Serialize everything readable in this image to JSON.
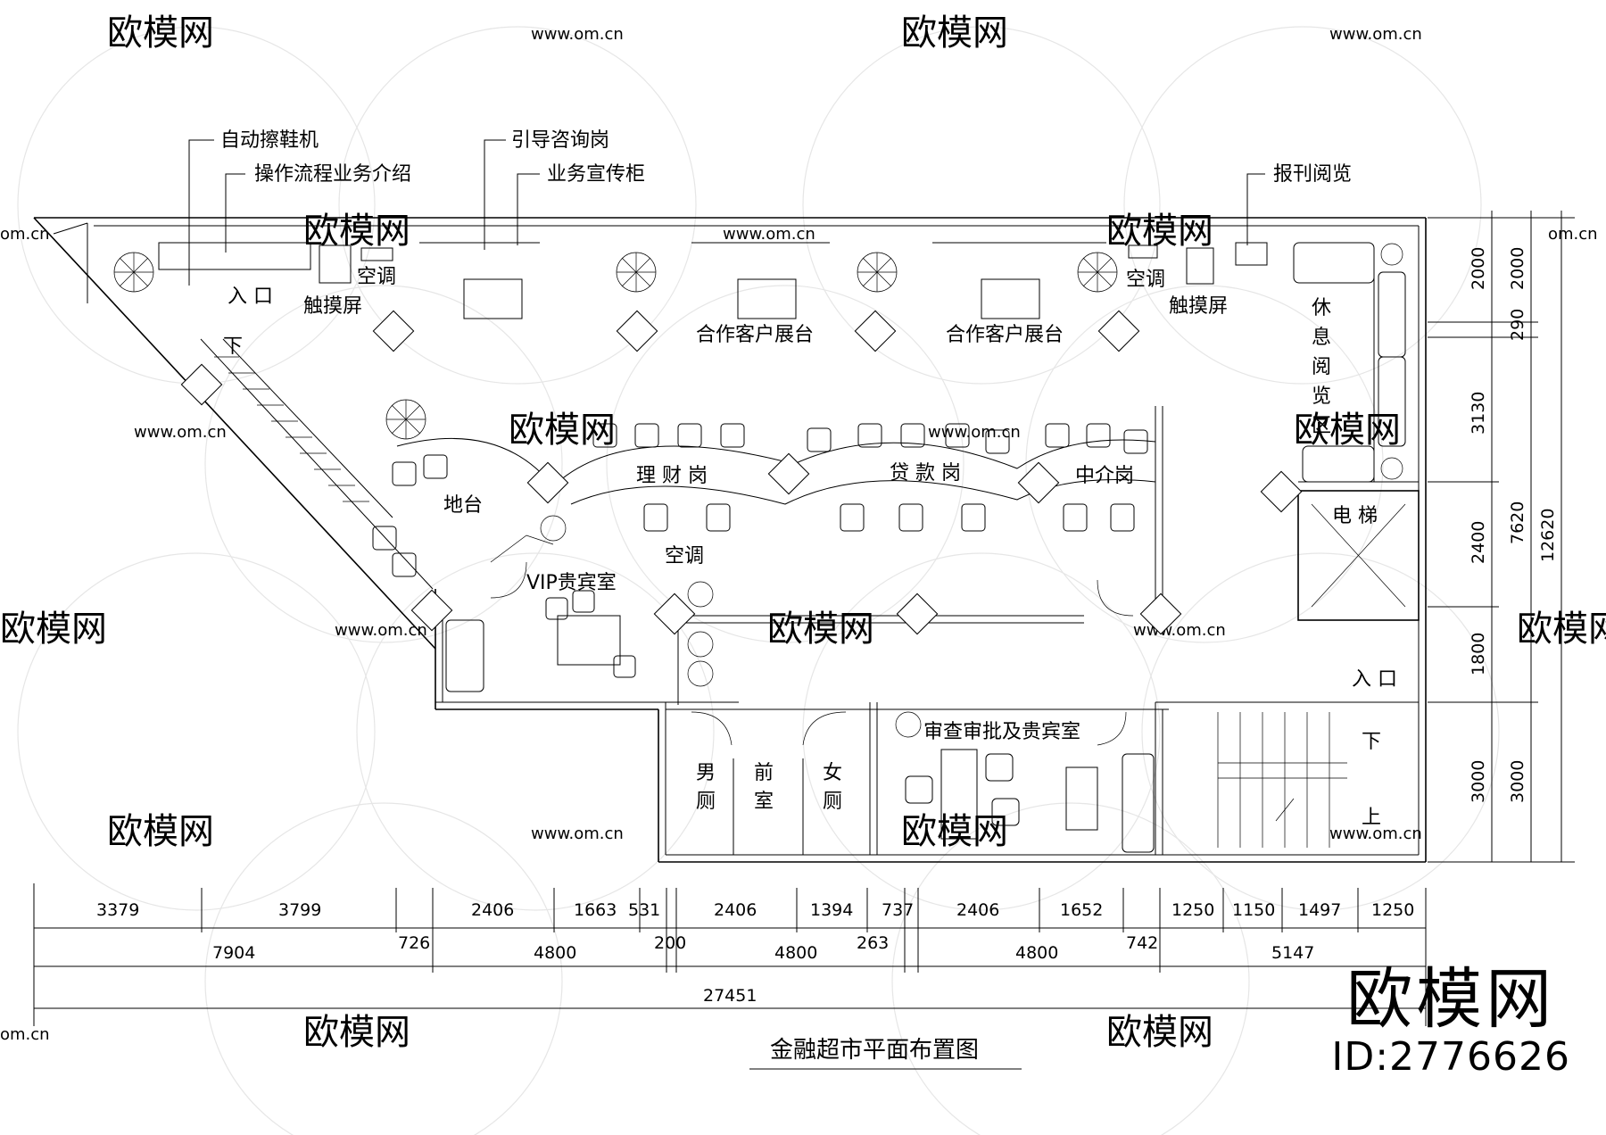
{
  "title": "金融超市平面布置图",
  "watermark": {
    "logo_text": "欧模网",
    "site": "www.om.cn",
    "short_site": "om.cn"
  },
  "brand": {
    "name": "欧模网",
    "id": "ID:2776626"
  },
  "callouts": {
    "shoe_polisher": "自动擦鞋机",
    "process_intro": "操作流程业务介绍",
    "guide_desk": "引导咨询岗",
    "promo_cabinet": "业务宣传柜",
    "newspaper": "报刊阅览"
  },
  "rooms": {
    "entrance_left": "入 口",
    "entrance_right": "入 口",
    "down_left": "下",
    "down_right": "下",
    "up_right": "上",
    "ac_1": "空调",
    "ac_2": "空调",
    "ac_3": "空调",
    "touch_1": "触摸屏",
    "touch_2": "触摸屏",
    "partner_1": "合作客户展台",
    "partner_2": "合作客户展台",
    "rest_1": "休",
    "rest_2": "息",
    "rest_3": "阅",
    "rest_4": "览",
    "rest_5": "区",
    "platform": "地台",
    "vip": "VIP贵宾室",
    "wealth": "理 财 岗",
    "loan": "贷 款 岗",
    "agency": "中介岗",
    "elevator": "电 梯",
    "men_1": "男",
    "men_2": "厕",
    "front_1": "前",
    "front_2": "室",
    "women_1": "女",
    "women_2": "厕",
    "review": "审查审批及贵宾室"
  },
  "dims_bottom": {
    "row1": [
      "3379",
      "3799",
      "2406",
      "1663",
      "531",
      "2406",
      "1394",
      "737",
      "2406",
      "1652",
      "1250",
      "1150",
      "1497",
      "1250"
    ],
    "row2": [
      "7904",
      "726",
      "4800",
      "200",
      "4800",
      "263",
      "4800",
      "742",
      "5147"
    ],
    "total": "27451"
  },
  "dims_right": {
    "col1": [
      "2000",
      "3130",
      "2400",
      "1800",
      "3000"
    ],
    "col2": [
      "2000",
      "290",
      "7620",
      "3000"
    ],
    "total": "12620"
  }
}
